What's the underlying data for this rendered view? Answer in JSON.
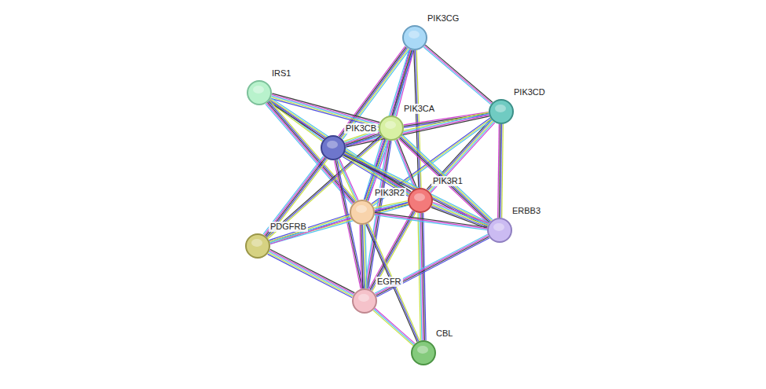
{
  "diagram": {
    "nodes": [
      {
        "text": [
          "PIK3CG"
        ]
      },
      {
        "text": [
          "IRS1"
        ]
      },
      {
        "text": [
          "PIK3CD"
        ]
      },
      {
        "text": [
          "PIK3CA"
        ]
      },
      {
        "text": [
          "PIK3CB"
        ]
      },
      {
        "text": [
          "PIK3R1"
        ]
      },
      {
        "text": [
          "PIK3R2"
        ]
      },
      {
        "text": [
          "ERBB3"
        ]
      },
      {
        "text": [
          "PDGFRB"
        ]
      },
      {
        "text": [
          "EGFR"
        ]
      },
      {
        "text": [
          "CBL"
        ]
      }
    ],
    "edges": [
      {
        "from": 0,
        "to": 2,
        "arrow": "none"
      },
      {
        "from": 0,
        "to": 3,
        "arrow": "none"
      },
      {
        "from": 0,
        "to": 4,
        "arrow": "none"
      },
      {
        "from": 0,
        "to": 5,
        "arrow": "none"
      },
      {
        "from": 0,
        "to": 6,
        "arrow": "none"
      },
      {
        "from": 1,
        "to": 3,
        "arrow": "none"
      },
      {
        "from": 1,
        "to": 4,
        "arrow": "none"
      },
      {
        "from": 1,
        "to": 5,
        "arrow": "none"
      },
      {
        "from": 1,
        "to": 6,
        "arrow": "none"
      },
      {
        "from": 2,
        "to": 3,
        "arrow": "none"
      },
      {
        "from": 2,
        "to": 4,
        "arrow": "none"
      },
      {
        "from": 2,
        "to": 5,
        "arrow": "none"
      },
      {
        "from": 2,
        "to": 6,
        "arrow": "none"
      },
      {
        "from": 2,
        "to": 7,
        "arrow": "none"
      },
      {
        "from": 3,
        "to": 4,
        "arrow": "none"
      },
      {
        "from": 3,
        "to": 5,
        "arrow": "none"
      },
      {
        "from": 3,
        "to": 6,
        "arrow": "none"
      },
      {
        "from": 3,
        "to": 7,
        "arrow": "none"
      },
      {
        "from": 3,
        "to": 8,
        "arrow": "none"
      },
      {
        "from": 3,
        "to": 9,
        "arrow": "none"
      },
      {
        "from": 4,
        "to": 5,
        "arrow": "none"
      },
      {
        "from": 4,
        "to": 6,
        "arrow": "none"
      },
      {
        "from": 4,
        "to": 7,
        "arrow": "none"
      },
      {
        "from": 4,
        "to": 8,
        "arrow": "none"
      },
      {
        "from": 4,
        "to": 9,
        "arrow": "none"
      },
      {
        "from": 5,
        "to": 6,
        "arrow": "none"
      },
      {
        "from": 5,
        "to": 7,
        "arrow": "none"
      },
      {
        "from": 5,
        "to": 8,
        "arrow": "none"
      },
      {
        "from": 5,
        "to": 9,
        "arrow": "none"
      },
      {
        "from": 5,
        "to": 10,
        "arrow": "none"
      },
      {
        "from": 6,
        "to": 7,
        "arrow": "none"
      },
      {
        "from": 6,
        "to": 8,
        "arrow": "none"
      },
      {
        "from": 6,
        "to": 9,
        "arrow": "none"
      },
      {
        "from": 6,
        "to": 10,
        "arrow": "none"
      },
      {
        "from": 7,
        "to": 9,
        "arrow": "none"
      },
      {
        "from": 8,
        "to": 9,
        "arrow": "none"
      },
      {
        "from": 9,
        "to": 10,
        "arrow": "none"
      }
    ]
  }
}
